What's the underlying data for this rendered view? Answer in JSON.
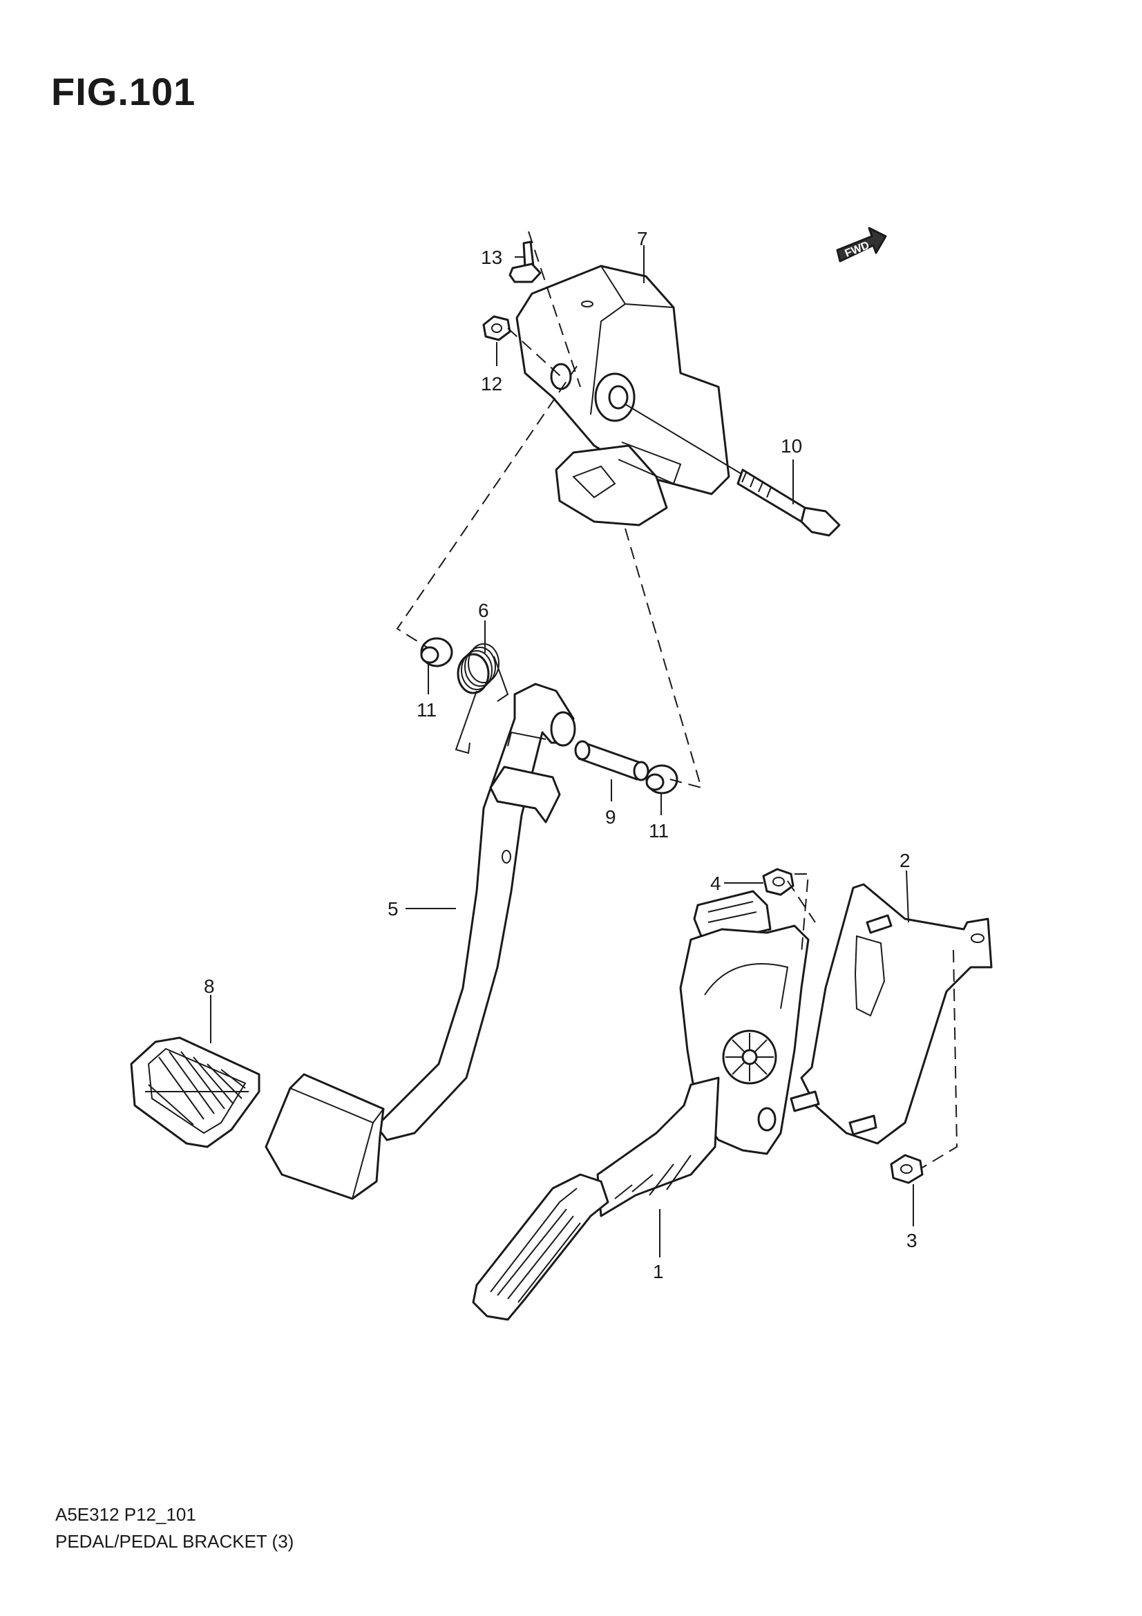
{
  "figure": {
    "title": "FIG.101",
    "code": "A5E312 P12_101",
    "subtitle": "PEDAL/PEDAL BRACKET (3)",
    "direction_marker": "FWD"
  },
  "callouts": [
    {
      "id": "1",
      "label": "1"
    },
    {
      "id": "2",
      "label": "2"
    },
    {
      "id": "3",
      "label": "3"
    },
    {
      "id": "4",
      "label": "4"
    },
    {
      "id": "5",
      "label": "5"
    },
    {
      "id": "6",
      "label": "6"
    },
    {
      "id": "7",
      "label": "7"
    },
    {
      "id": "8",
      "label": "8"
    },
    {
      "id": "9",
      "label": "9"
    },
    {
      "id": "10",
      "label": "10"
    },
    {
      "id": "11a",
      "label": "11"
    },
    {
      "id": "11b",
      "label": "11"
    },
    {
      "id": "12",
      "label": "12"
    },
    {
      "id": "13",
      "label": "13"
    }
  ],
  "icons": [
    "fwd-arrow-icon"
  ]
}
